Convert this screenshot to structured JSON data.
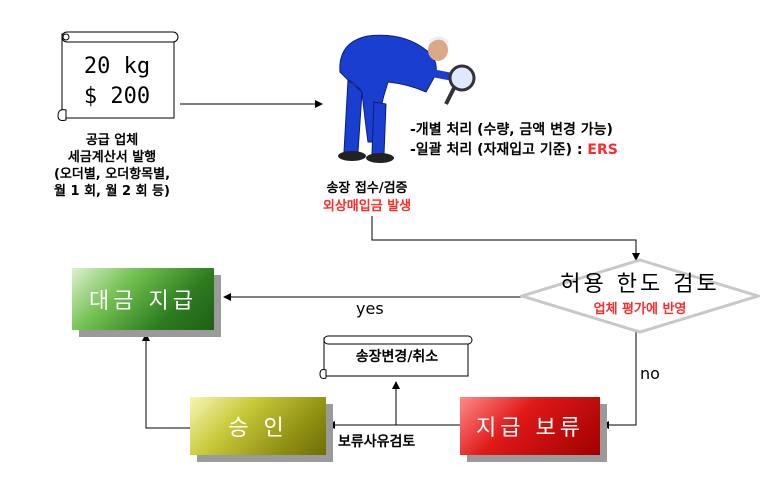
{
  "invoice_scroll": {
    "line1": "20 kg",
    "line2": "$ 200"
  },
  "supplier": {
    "line1": "공급 업체",
    "line2": "세금계산서 발행",
    "line3": "(오더별, 오더항목별,",
    "line4": "월 1 회, 월 2 회 등)"
  },
  "processing_notes": {
    "line1": "-개별 처리 (수량, 금액 변경 가능)",
    "line2_prefix": "-일괄 처리 (자재입고 기준) : ",
    "line2_ers": "ERS"
  },
  "invoice_receipt": {
    "label": "송장 접수/검증",
    "sublabel": "외상매입금 발생"
  },
  "tolerance_check": {
    "label": "허용 한도 검토",
    "sublabel": "업체 평가에 반영"
  },
  "edges": {
    "yes": "yes",
    "no": "no",
    "hold_review": "보류사유검토"
  },
  "payment_box": {
    "label": "대금 지급"
  },
  "approval_box": {
    "label": "승 인"
  },
  "hold_box": {
    "label": "지급 보류"
  },
  "change_scroll": {
    "label": "송장변경/취소"
  },
  "colors": {
    "accent_red": "#ff2a2a",
    "payment_green": "#2e7d20",
    "approval_olive": "#8e8e12",
    "hold_red": "#c00000"
  }
}
